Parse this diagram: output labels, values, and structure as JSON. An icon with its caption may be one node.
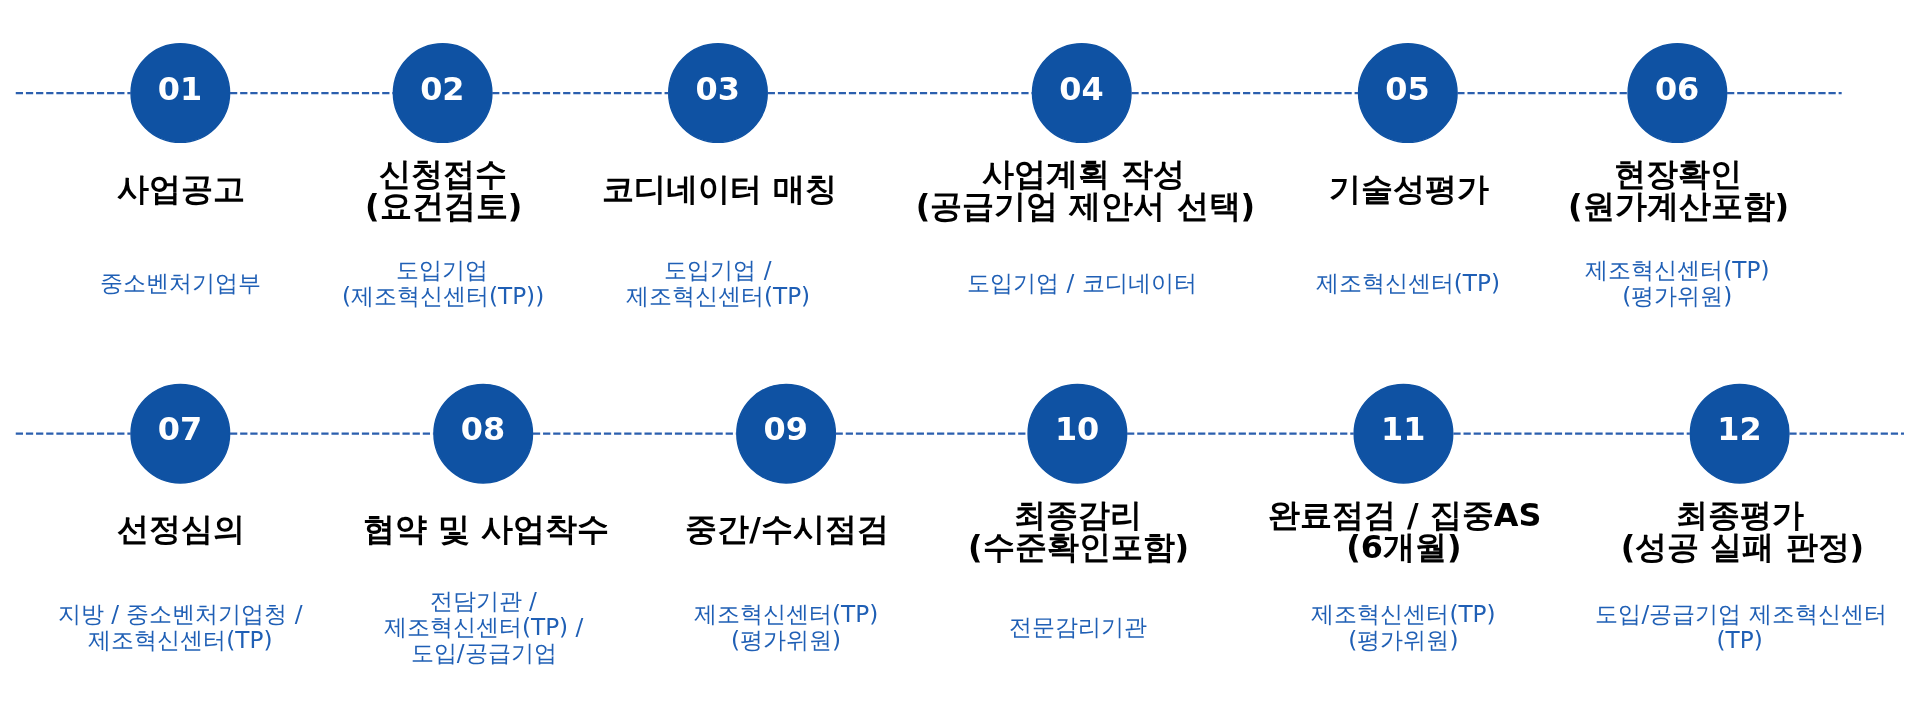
{
  "diagram": {
    "nodes": [
      {
        "text": [
          "01"
        ],
        "beside": [
          "사업공고",
          "중소벤처기업부"
        ]
      },
      {
        "text": [
          "02"
        ],
        "beside": [
          "신청접수 (요건검토)",
          "도입기업 (제조혁신센터(TP))"
        ]
      },
      {
        "text": [
          "03"
        ],
        "beside": [
          "코디네이터 매칭",
          "도입기업 / 제조혁신센터(TP)"
        ]
      },
      {
        "text": [
          "04"
        ],
        "beside": [
          "사업계획 작성 (공급기업 제안서 선택)",
          "도입기업 / 코디네이터"
        ]
      },
      {
        "text": [
          "05"
        ],
        "beside": [
          "기술성평가",
          "제조혁신센터(TP)"
        ]
      },
      {
        "text": [
          "06"
        ],
        "beside": [
          "현장확인 (원가계산포함)",
          "제조혁신센터(TP) (평가위원)"
        ]
      },
      {
        "text": [
          "07"
        ],
        "beside": [
          "선정심의",
          "지방 / 중소벤처기업청 / 제조혁신센터(TP)"
        ]
      },
      {
        "text": [
          "08"
        ],
        "beside": [
          "협약 및 사업착수",
          "전담기관 / 제조혁신센터(TP) / 도입/공급기업"
        ]
      },
      {
        "text": [
          "09"
        ],
        "beside": [
          "중간/수시점검",
          "제조혁신센터(TP) (평가위원)"
        ]
      },
      {
        "text": [
          "10"
        ],
        "beside": [
          "최종감리 (수준확인포함)",
          "전문감리기관"
        ]
      },
      {
        "text": [
          "11"
        ],
        "beside": [
          "완료점검 / 집중AS (6개월)",
          "제조혁신센터(TP) (평가위원)"
        ]
      },
      {
        "text": [
          "12"
        ],
        "beside": [
          "최종평가 (성공 실패 판정)",
          "도입/공급기업 제조혁신센터 (TP)"
        ]
      }
    ],
    "edges": [
      {
        "from": null,
        "to": 0,
        "arrow": "none",
        "style": "dashed"
      },
      {
        "from": 0,
        "to": 1,
        "arrow": "none",
        "style": "dashed"
      },
      {
        "from": 1,
        "to": 2,
        "arrow": "none",
        "style": "dashed"
      },
      {
        "from": 2,
        "to": 3,
        "arrow": "none",
        "style": "dashed"
      },
      {
        "from": 3,
        "to": 4,
        "arrow": "none",
        "style": "dashed"
      },
      {
        "from": 4,
        "to": 5,
        "arrow": "none",
        "style": "dashed"
      },
      {
        "from": 5,
        "to": null,
        "arrow": "none",
        "style": "dashed"
      },
      {
        "from": null,
        "to": 6,
        "arrow": "none",
        "style": "dashed"
      },
      {
        "from": 6,
        "to": 7,
        "arrow": "none",
        "style": "dashed"
      },
      {
        "from": 7,
        "to": 8,
        "arrow": "none",
        "style": "dashed"
      },
      {
        "from": 8,
        "to": 9,
        "arrow": "none",
        "style": "dashed"
      },
      {
        "from": 9,
        "to": 10,
        "arrow": "none",
        "style": "dashed"
      },
      {
        "from": 10,
        "to": 11,
        "arrow": "none",
        "style": "dashed"
      },
      {
        "from": 11,
        "to": null,
        "arrow": "none",
        "style": "dashed"
      }
    ]
  }
}
